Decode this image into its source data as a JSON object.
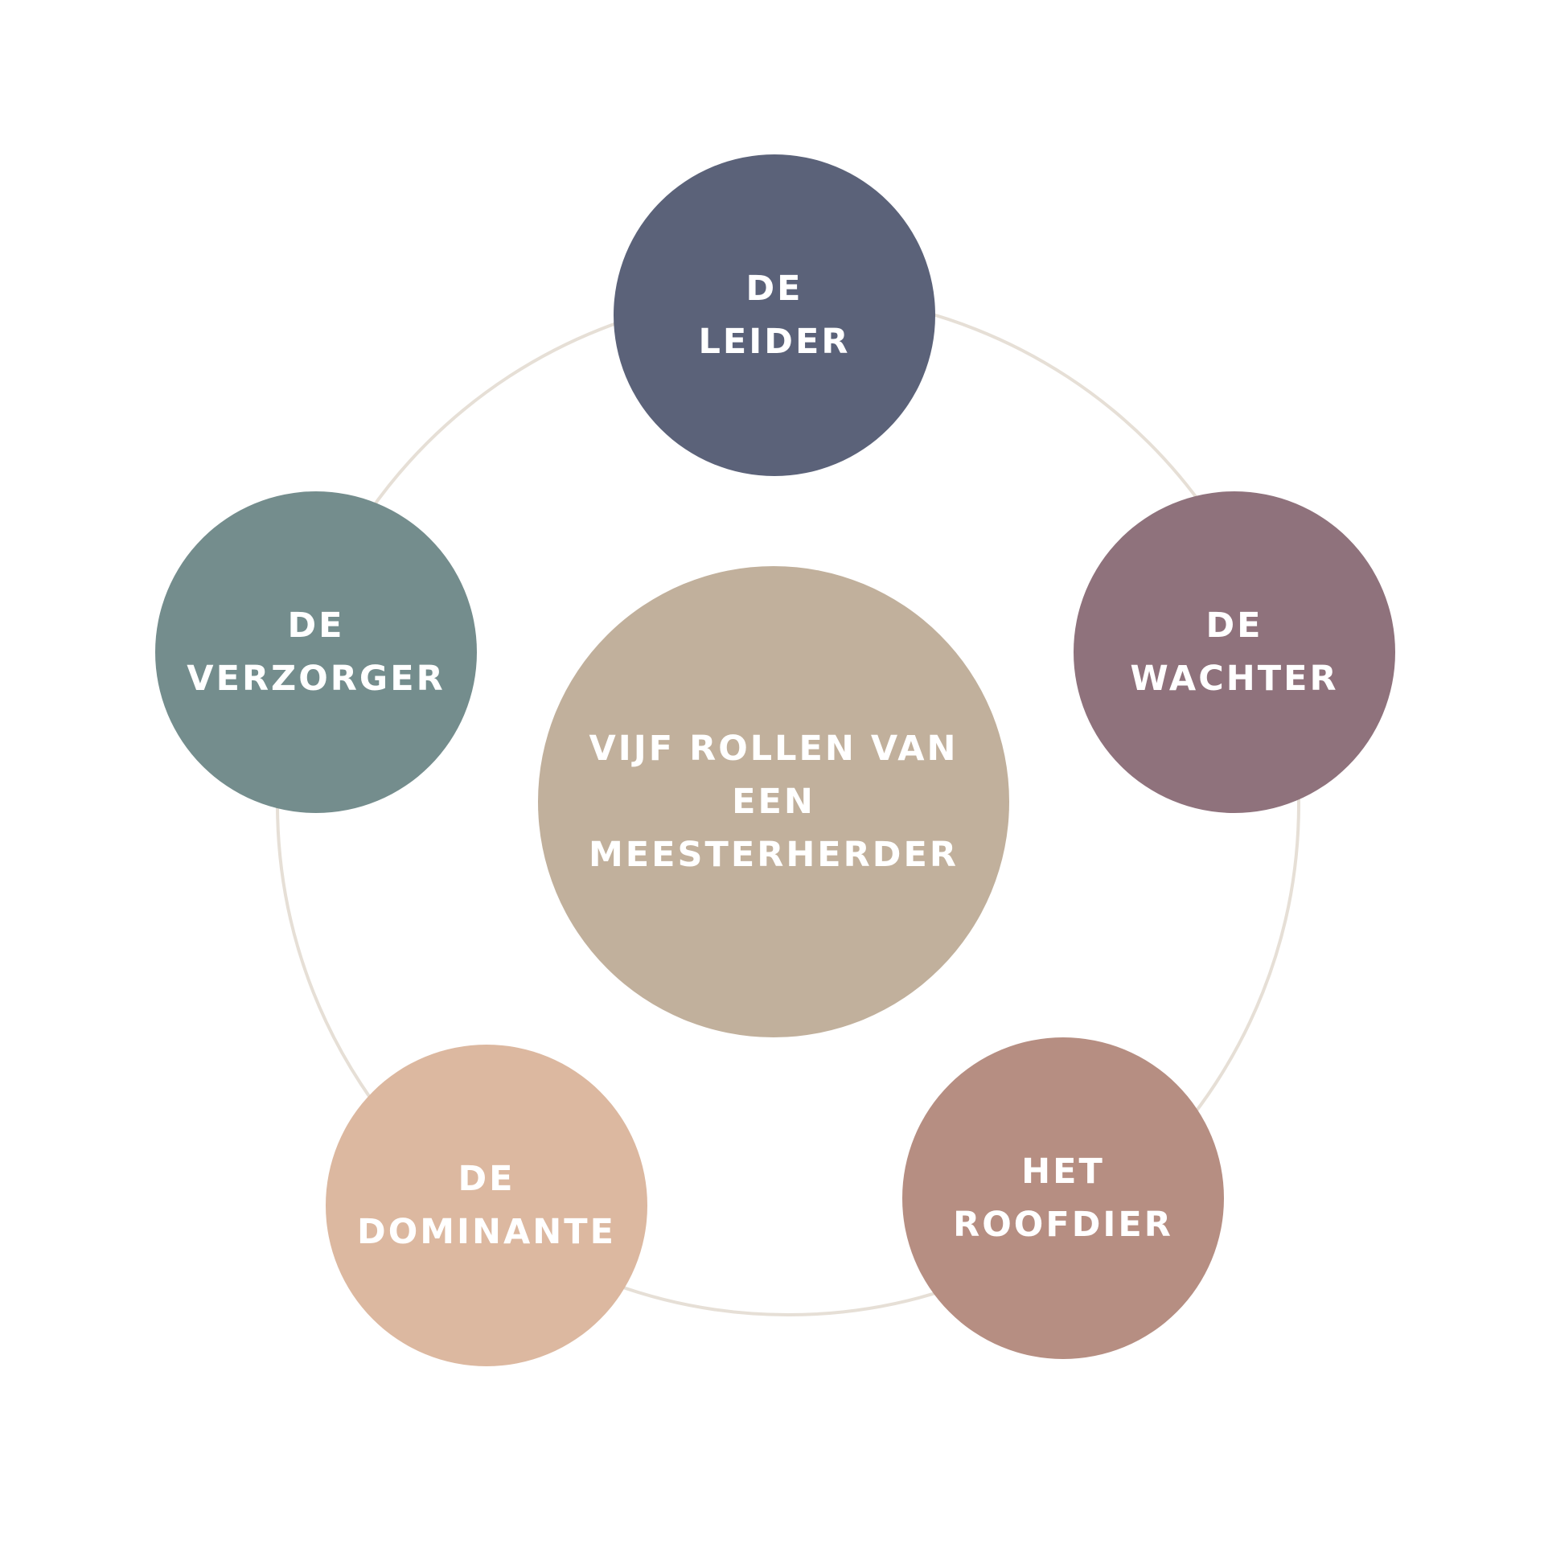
{
  "colors": {
    "ring": "#e6dfd6",
    "background": "#ffffff",
    "label": "#ffffff"
  },
  "center": {
    "label": "VIJF ROLLEN VAN\nEEN\nMEESTERHERDER",
    "color": "#c1b09c"
  },
  "roles": [
    {
      "id": "top",
      "label": "DE\nLEIDER",
      "color": "#5b6279"
    },
    {
      "id": "right",
      "label": "DE\nWACHTER",
      "color": "#8f727c"
    },
    {
      "id": "bottomr",
      "label": "HET\nROOFDIER",
      "color": "#b68e82"
    },
    {
      "id": "bottoml",
      "label": "DE\nDOMINANTE",
      "color": "#dcb8a0"
    },
    {
      "id": "left",
      "label": "DE\nVERZORGER",
      "color": "#748d8d"
    }
  ]
}
